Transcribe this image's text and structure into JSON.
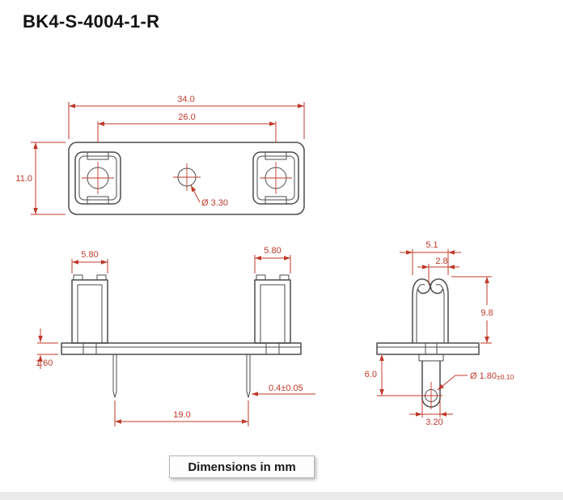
{
  "title": "BK4-S-4004-1-R",
  "footer": "Dimensions in mm",
  "colors": {
    "dimension": "#c0392b",
    "outline": "#4b4b4b",
    "background": "#ffffff"
  },
  "top_view": {
    "overall_width": "34.0",
    "clip_center_spacing": "26.0",
    "overall_depth": "11.0",
    "center_hole_diameter": "Ø 3.30"
  },
  "front_view": {
    "left_clip_width": "5.80",
    "right_clip_width": "5.80",
    "base_thickness": "1.60",
    "pin_thickness": "0.4±0.05",
    "pin_spacing": "19.0"
  },
  "side_view": {
    "clip_outer_width": "5.1",
    "clip_inner_width": "2.8",
    "clip_height": "9.8",
    "pin_length": "6.0",
    "hole_diameter": "Ø 1.80",
    "hole_tolerance": "±0.10",
    "pin_width": "3.20"
  }
}
